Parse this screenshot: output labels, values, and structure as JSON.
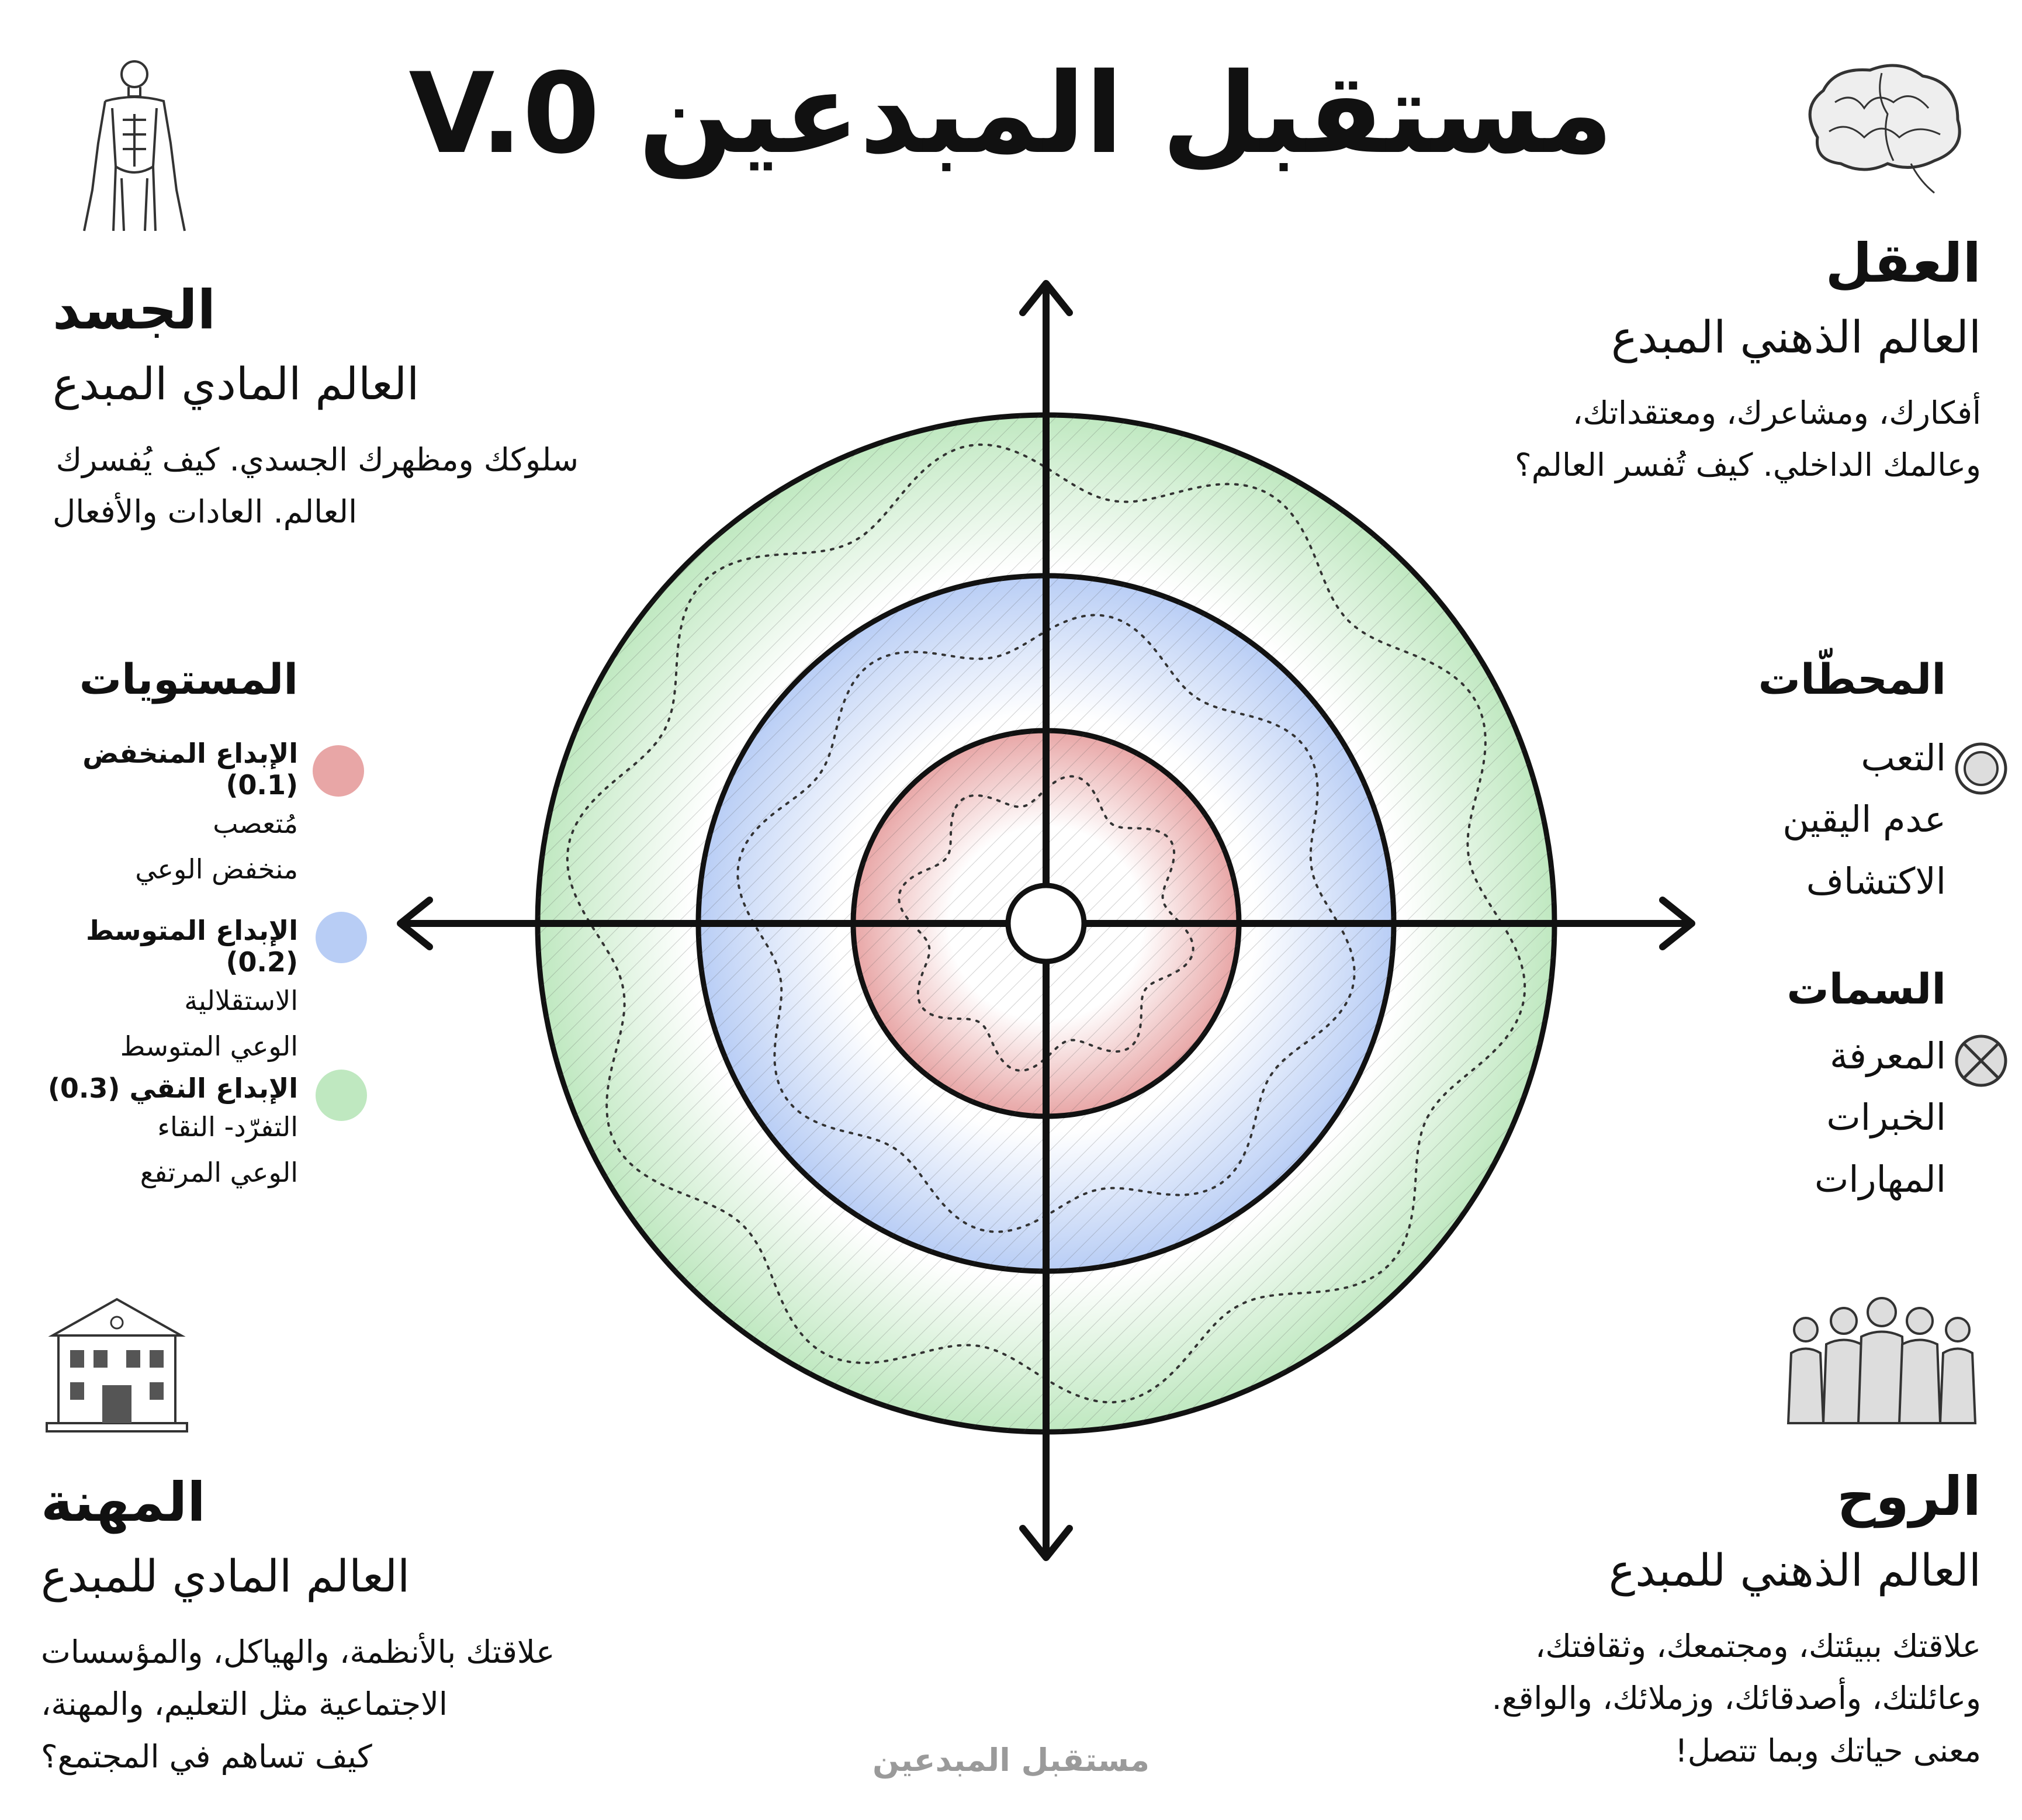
{
  "title": "مستقبل المبدعين V.0",
  "quadrants": {
    "body": {
      "heading": "الجسد",
      "subtitle": "العالم المادي المبدع",
      "lines": [
        "سلوكك ومظهرك الجسدي. كيف يُفسرك",
        "العالم. العادات والأفعال"
      ],
      "icon": "human-anatomy-icon"
    },
    "mind": {
      "heading": "العقل",
      "subtitle": "العالم الذهني المبدع",
      "lines": [
        "أفكارك، ومشاعرك، ومعتقداتك،",
        "وعالمك الداخلي. كيف تُفسر العالم؟"
      ],
      "icon": "brain-icon"
    },
    "career": {
      "heading": "المهنة",
      "subtitle": "العالم المادي للمبدع",
      "lines": [
        "علاقتك بالأنظمة، والهياكل، والمؤسسات",
        "الاجتماعية مثل التعليم، والمهنة،",
        "كيف تساهم في المجتمع؟"
      ],
      "icon": "building-icon"
    },
    "spirit": {
      "heading": "الروح",
      "subtitle": "العالم الذهني للمبدع",
      "lines": [
        "علاقتك ببيئتك، ومجتمعك، وثقافتك،",
        "وعائلتك، وأصدقائك، وزملائك، والواقع.",
        "معنى حياتك وبما تتصل!"
      ],
      "icon": "people-group-icon"
    }
  },
  "levels": {
    "heading": "المستويات",
    "items": [
      {
        "title": "الإبداع المنخفض (0.1)",
        "lines": [
          "مُتعصب",
          "منخفض الوعي"
        ],
        "color": "#e8a6a6"
      },
      {
        "title": "الإبداع المتوسط (0.2)",
        "lines": [
          "الاستقلالية",
          "الوعي المتوسط"
        ],
        "color": "#b8cdf5"
      },
      {
        "title": "الإبداع النقي (0.3)",
        "lines": [
          "التفرّد- النقاء",
          "الوعي المرتفع"
        ],
        "color": "#bfe8c0"
      }
    ]
  },
  "stations": {
    "heading": "المحطّات",
    "items": [
      "التعب",
      "عدم اليقين",
      "الاكتشاف"
    ],
    "icon": "concentric-circle-icon"
  },
  "traits": {
    "heading": "السمات",
    "items": [
      "المعرفة",
      "الخبرات",
      "المهارات"
    ],
    "icon": "crossed-circle-icon"
  },
  "footer": "مستقبل المبدعين",
  "colors": {
    "inner_ring": "#e8a6a6",
    "middle_ring": "#b8cdf5",
    "outer_ring": "#bfe8c0",
    "footer": "#9a9a9a"
  }
}
